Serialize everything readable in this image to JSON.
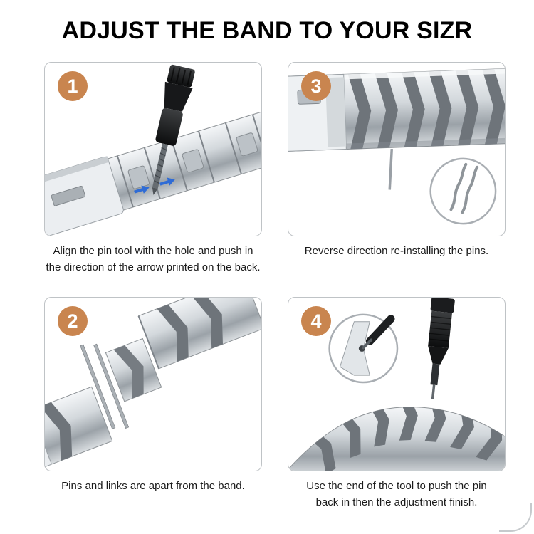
{
  "page": {
    "title": "ADJUST THE BAND TO YOUR SIZR"
  },
  "colors": {
    "badge": "#c9854f",
    "badge-text": "#ffffff",
    "panel-border": "#bfc3c6",
    "caption-text": "#1b1b1b",
    "title-text": "#000000",
    "arrow-blue": "#2f6cd6",
    "metal-light": "#f4f6f8",
    "metal-dark": "#9ba2a8",
    "tool-black": "#141516"
  },
  "panels": [
    {
      "number": "1",
      "caption": "Align the pin tool with the hole and push in\nthe direction of the arrow printed on the back.",
      "illustration": "watch-band-with-pin-tool"
    },
    {
      "number": "3",
      "caption": "Reverse direction re-installing the pins.",
      "illustration": "band-with-loose-pin-and-magnified-pins"
    },
    {
      "number": "2",
      "caption": "Pins and links are apart from the band.",
      "illustration": "separated-links-and-pins"
    },
    {
      "number": "4",
      "caption": "Use the end of the tool to push the pin\nback in then the adjustment finish.",
      "illustration": "tool-pushing-pin-into-band"
    }
  ]
}
